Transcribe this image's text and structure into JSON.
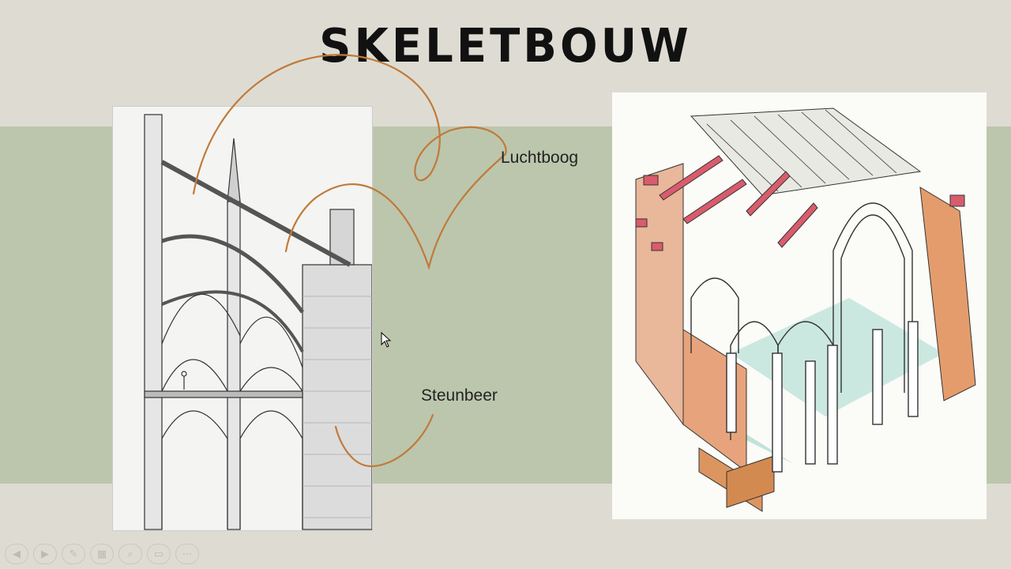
{
  "slide": {
    "title": "SKELETBOUW",
    "labels": {
      "luchtboog": "Luchtboog",
      "steunbeer": "Steunbeer"
    },
    "colors": {
      "background": "#dedcd2",
      "band": "#bcc6ad",
      "arrow": "#c07a3a"
    }
  },
  "toolbar": {
    "buttons": [
      {
        "icon": "arrow-left-icon",
        "glyph": "◀"
      },
      {
        "icon": "arrow-right-icon",
        "glyph": "▶"
      },
      {
        "icon": "pen-icon",
        "glyph": "✎"
      },
      {
        "icon": "slides-icon",
        "glyph": "▦"
      },
      {
        "icon": "zoom-icon",
        "glyph": "⌕"
      },
      {
        "icon": "subtitles-icon",
        "glyph": "▭"
      },
      {
        "icon": "more-icon",
        "glyph": "⋯"
      }
    ]
  }
}
